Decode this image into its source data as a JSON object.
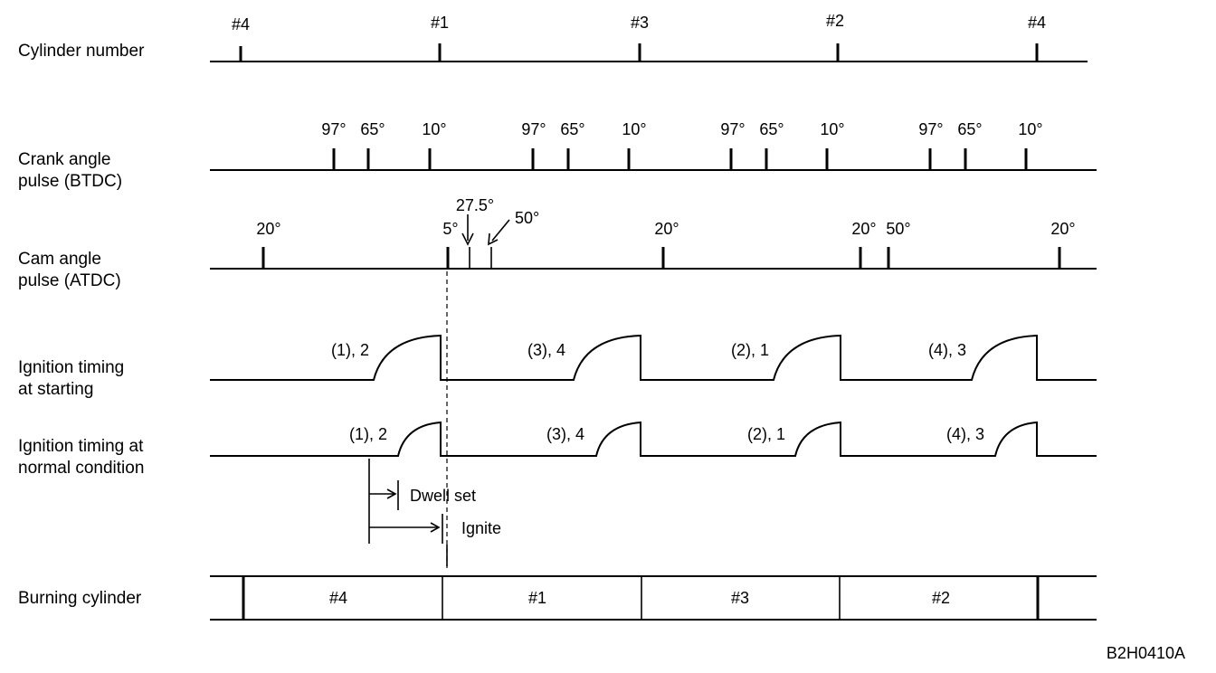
{
  "row_labels": {
    "cylinder_number": [
      "Cylinder number"
    ],
    "crank_angle": [
      "Crank angle",
      "pulse (BTDC)"
    ],
    "cam_angle": [
      "Cam angle",
      "pulse (ATDC)"
    ],
    "ignition_starting": [
      "Ignition timing",
      "at starting"
    ],
    "ignition_normal": [
      "Ignition timing at",
      "normal condition"
    ],
    "burning_cylinder": [
      "Burning cylinder"
    ]
  },
  "cylinder_ticks": [
    "#4",
    "#1",
    "#3",
    "#2",
    "#4"
  ],
  "crank_ticks": [
    "97°",
    "65°",
    "10°",
    "97°",
    "65°",
    "10°",
    "97°",
    "65°",
    "10°",
    "97°",
    "65°",
    "10°"
  ],
  "cam_ticks": [
    "20°",
    "5°",
    "27.5°",
    "50°",
    "20°",
    "20°",
    "50°",
    "20°"
  ],
  "ignition_starting_labels": [
    "(1), 2",
    "(3), 4",
    "(2), 1",
    "(4), 3"
  ],
  "ignition_normal_labels": [
    "(1), 2",
    "(3), 4",
    "(2), 1",
    "(4), 3"
  ],
  "dwell_label": "Dwell set",
  "ignite_label": "Ignite",
  "burning_cylinders": [
    "#4",
    "#1",
    "#3",
    "#2"
  ],
  "figure_id": "B2H0410A"
}
